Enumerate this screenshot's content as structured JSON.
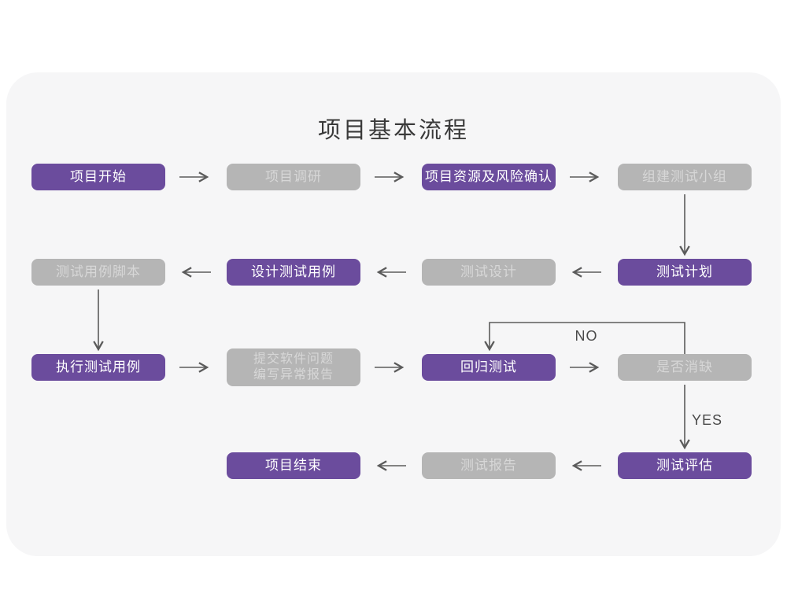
{
  "title": "项目基本流程",
  "colors": {
    "purple": "#6b4c9d",
    "gray": "#b5b5b5",
    "gray_text": "#d7d7d7",
    "card_bg": "#f6f6f7",
    "arrow": "#5b5b5b",
    "title_color": "#3a3a3a"
  },
  "nodes": [
    {
      "id": "project-start",
      "label": "项目开始",
      "variant": "purple"
    },
    {
      "id": "project-research",
      "label": "项目调研",
      "variant": "gray"
    },
    {
      "id": "project-resources-risk",
      "label": "项目资源及风险确认",
      "variant": "purple"
    },
    {
      "id": "build-test-team",
      "label": "组建测试小组",
      "variant": "gray"
    },
    {
      "id": "test-case-script",
      "label": "测试用例脚本",
      "variant": "gray"
    },
    {
      "id": "design-test-cases",
      "label": "设计测试用例",
      "variant": "purple"
    },
    {
      "id": "test-design",
      "label": "测试设计",
      "variant": "gray"
    },
    {
      "id": "test-plan",
      "label": "测试计划",
      "variant": "purple"
    },
    {
      "id": "execute-test-cases",
      "label": "执行测试用例",
      "variant": "purple"
    },
    {
      "id": "submit-issues-report",
      "label": "提交软件问题\n编写异常报告",
      "variant": "gray"
    },
    {
      "id": "regression-test",
      "label": "回归测试",
      "variant": "purple"
    },
    {
      "id": "defect-cleared",
      "label": "是否消缺",
      "variant": "gray"
    },
    {
      "id": "project-end",
      "label": "项目结束",
      "variant": "purple"
    },
    {
      "id": "test-report",
      "label": "测试报告",
      "variant": "gray"
    },
    {
      "id": "test-evaluation",
      "label": "测试评估",
      "variant": "purple"
    }
  ],
  "edge_labels": {
    "no": "NO",
    "yes": "YES"
  }
}
